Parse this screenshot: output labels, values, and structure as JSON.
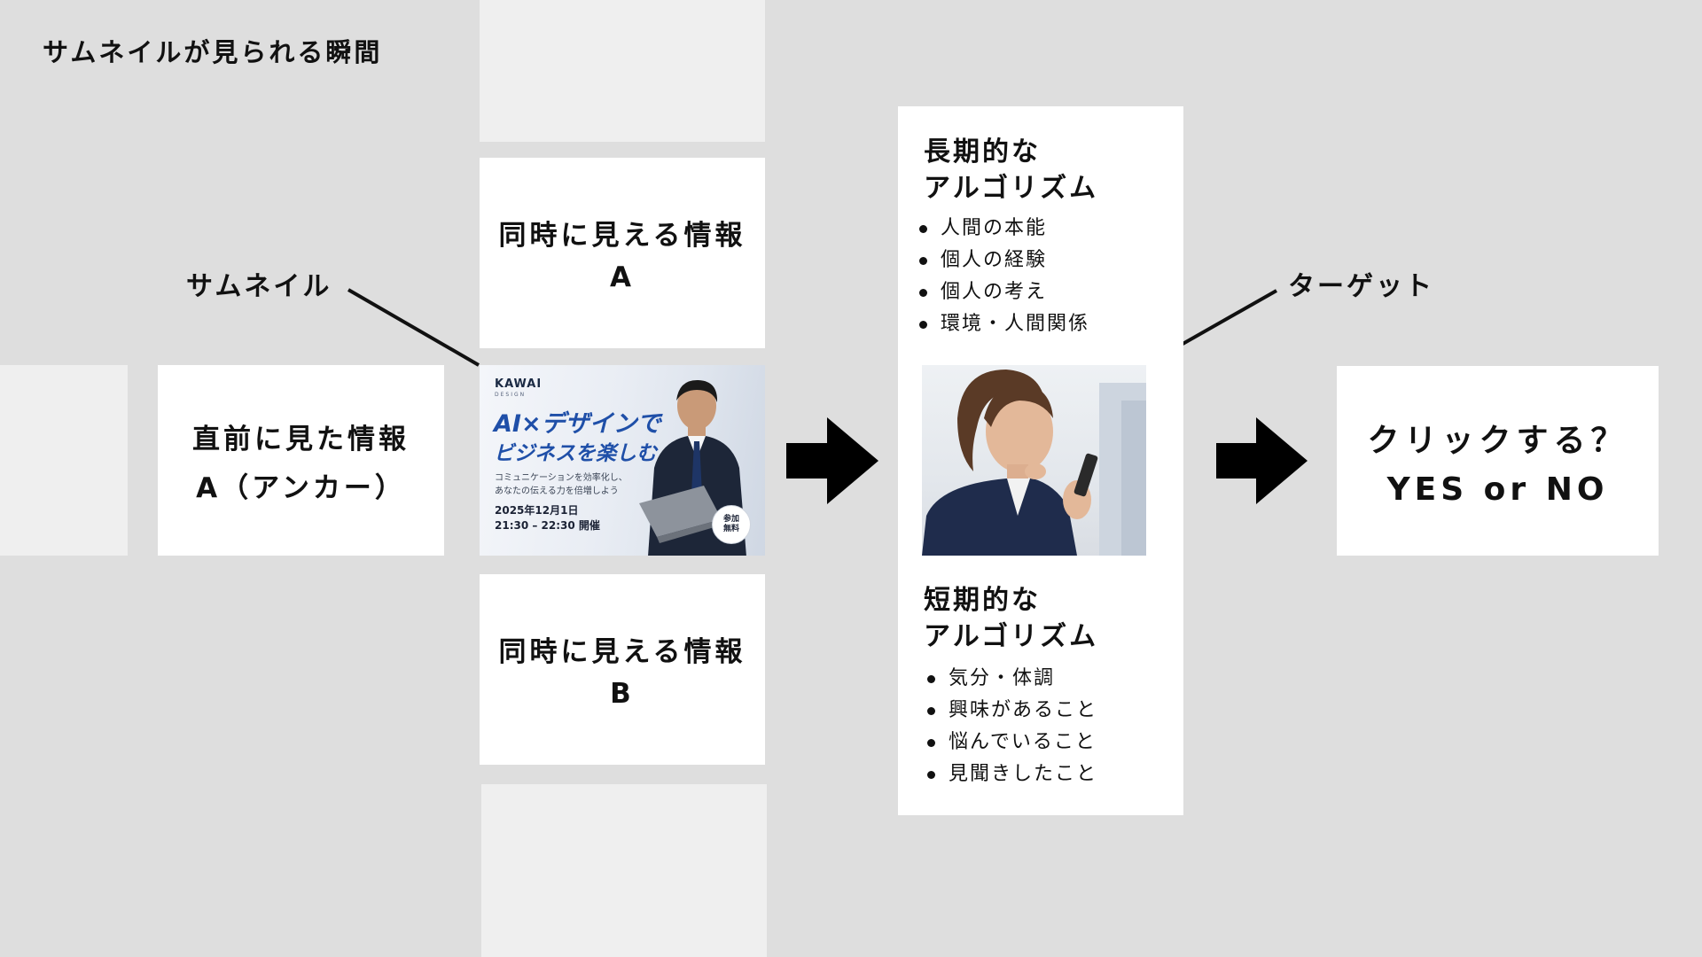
{
  "page_title": "サムネイルが見られる瞬間",
  "labels": {
    "thumbnail": "サムネイル",
    "target": "ターゲット"
  },
  "boxes": {
    "anchor": {
      "line1": "直前に見た情報",
      "line2": "A（アンカー）"
    },
    "simultaneous_a": {
      "line1": "同時に見える情報",
      "line2": "A"
    },
    "simultaneous_b": {
      "line1": "同時に見える情報",
      "line2": "B"
    },
    "decision": {
      "line1": "クリックする？",
      "line2": "YES or NO"
    }
  },
  "thumbnail": {
    "brand": "KAWAI",
    "brand_sub": "DESIGN",
    "headline_1": "AI×デザインで",
    "headline_2": "ビジネスを楽しむ",
    "sub_1": "コミュニケーションを効率化し、",
    "sub_2": "あなたの伝える力を倍増しよう",
    "date_1": "2025年12月1日",
    "date_2": "21:30 – 22:30  開催",
    "badge_1": "参加",
    "badge_2": "無料"
  },
  "long_term": {
    "title_1": "長期的な",
    "title_2": "アルゴリズム",
    "items": [
      "人間の本能",
      "個人の経験",
      "個人の考え",
      "環境・人間関係"
    ]
  },
  "short_term": {
    "title_1": "短期的な",
    "title_2": "アルゴリズム",
    "items": [
      "気分・体調",
      "興味があること",
      "悩んでいること",
      "見聞きしたこと"
    ]
  },
  "colors": {
    "background": "#dedede",
    "card": "#ffffff",
    "ghost_card": "#efefef",
    "accent_blue": "#1f4fa8",
    "ink": "#111111"
  }
}
